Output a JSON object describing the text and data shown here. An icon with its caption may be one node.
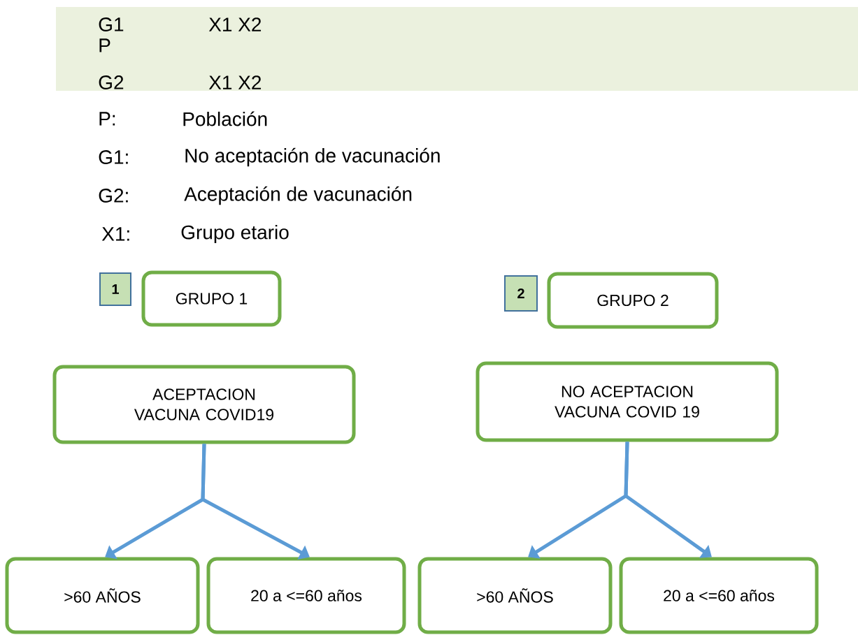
{
  "diagram": {
    "nodes": [
      {
        "text": [
          "1"
        ]
      },
      {
        "text": [
          "GRUPO 1"
        ]
      },
      {
        "text": [
          "2"
        ]
      },
      {
        "text": [
          "GRUPO 2"
        ]
      },
      {
        "text": [
          "ACEPTACION VACUNA COVID19"
        ]
      },
      {
        "text": [
          "NO ACEPTACION VACUNA COVID 19"
        ]
      },
      {
        "text": [
          ">60 AÑOS"
        ]
      },
      {
        "text": [
          "20 a <=60 años"
        ]
      },
      {
        "text": [
          ">60 AÑOS"
        ]
      },
      {
        "text": [
          "20 a <=60 años"
        ]
      }
    ],
    "edges": [
      {
        "from": 4,
        "to": 6,
        "arrow": "to"
      },
      {
        "from": 4,
        "to": 7,
        "arrow": "to"
      },
      {
        "from": 5,
        "to": 8,
        "arrow": "to"
      },
      {
        "from": 5,
        "to": 9,
        "arrow": "to"
      }
    ],
    "labels": [
      "G1",
      "X1 X2",
      "P",
      "G2",
      "X1 X2",
      "P:",
      "Población",
      "G1:",
      "No aceptación de vacunación",
      "G2:",
      "Aceptación de vacunación",
      "X1:",
      "Grupo etario"
    ]
  }
}
